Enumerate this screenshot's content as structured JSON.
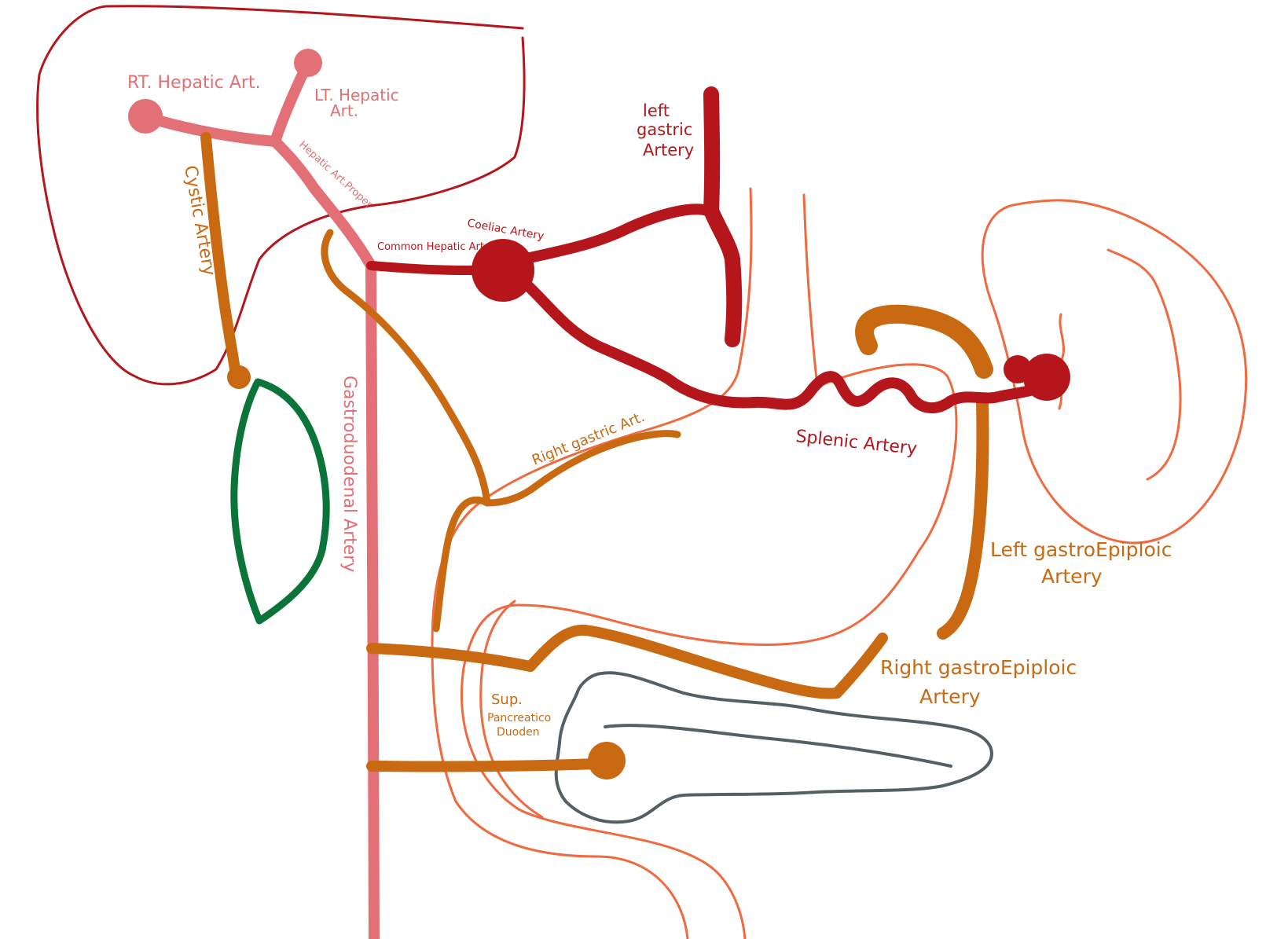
{
  "colors": {
    "celiac_branch": "#b5161b",
    "hepatic_branch": "#e27076",
    "gastric_branch": "#c96a12",
    "organ_outline": "#f0693f",
    "liver_outline": "#b5161b",
    "gallbladder": "#0b7439",
    "pancreas": "#556065"
  },
  "labels": {
    "rt_hepatic": "RT. Hepatic Art.",
    "lt_hepatic_line1": "LT. Hepatic",
    "lt_hepatic_line2": "Art.",
    "hepatic_art_proper": "Hepatic Art.Proper",
    "cystic": "Cystic Artery",
    "common_hepatic": "Common Hepatic Art.",
    "coeliac": "Coeliac Artery",
    "left_gastric_line1": "left",
    "left_gastric_line2": "gastric",
    "left_gastric_line3": "Artery",
    "gastroduodenal": "Gastroduodenal Artery",
    "right_gastric": "Right gastric Art.",
    "splenic": "Splenic Artery",
    "left_gastroepiploic_line1": "Left gastroEpiploic",
    "left_gastroepiploic_line2": "Artery",
    "right_gastroepiploic_line1": "Right gastroEpiploic",
    "right_gastroepiploic_line2": "Artery",
    "sup_panc_line1": "Sup.",
    "sup_panc_line2": "Pancreatico",
    "sup_panc_line3": "Duoden"
  }
}
